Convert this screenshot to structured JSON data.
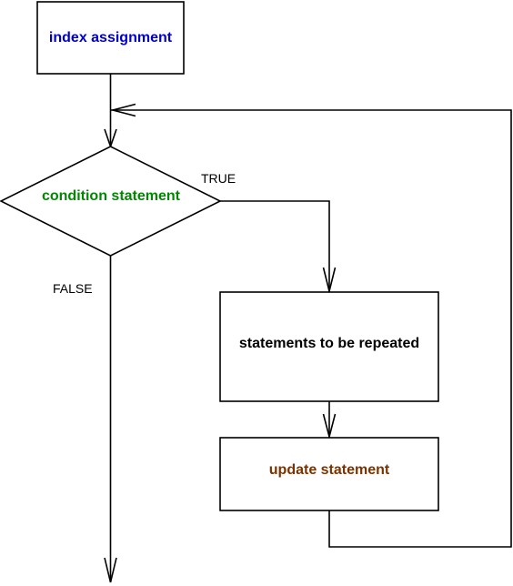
{
  "nodes": {
    "index_assignment": {
      "label": "index assignment",
      "color": "#0000cc"
    },
    "condition": {
      "label": "condition statement",
      "color": "#008800"
    },
    "statements": {
      "label": "statements to be repeated",
      "color": "#000000"
    },
    "update": {
      "label": "update statement",
      "color": "#7a3300"
    }
  },
  "edges": {
    "true_label": "TRUE",
    "false_label": "FALSE"
  }
}
